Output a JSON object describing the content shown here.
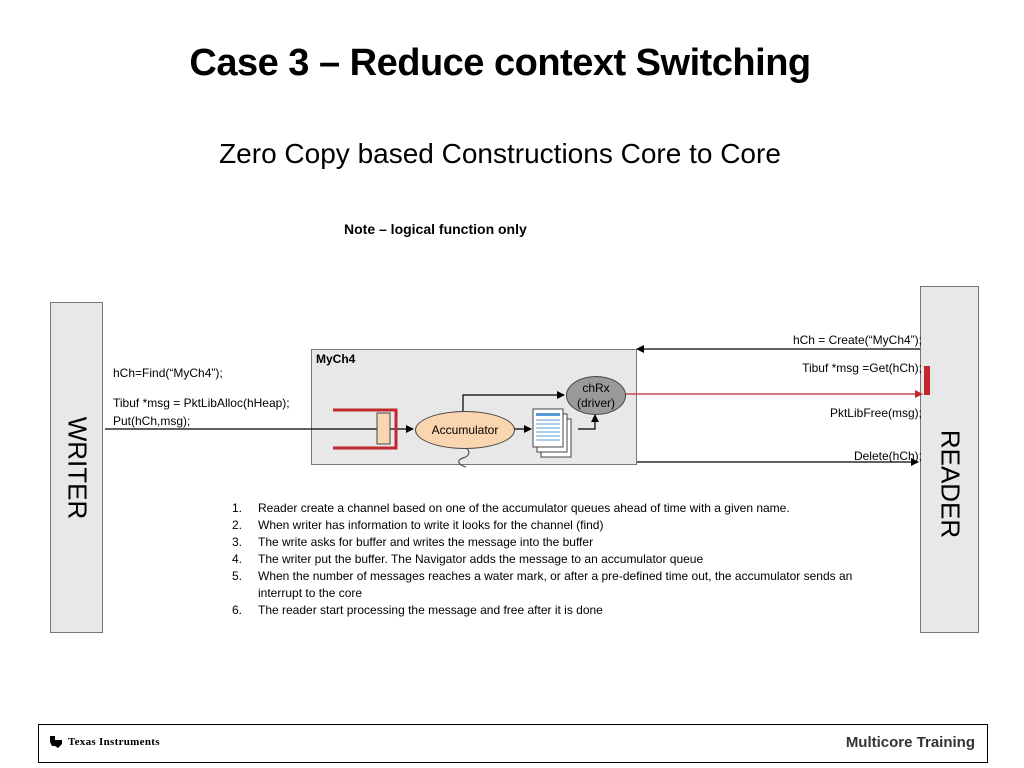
{
  "title": "Case 3 – Reduce context Switching",
  "subtitle": "Zero Copy based Constructions Core to Core",
  "note": "Note – logical function only",
  "writer_label": "WRITER",
  "reader_label": "READER",
  "writer_code": {
    "find": "hCh=Find(“MyCh4”);",
    "alloc": "Tibuf *msg = PktLibAlloc(hHeap);",
    "put": "Put(hCh,msg);"
  },
  "reader_code": {
    "create": "hCh = Create(“MyCh4”);",
    "get": "Tibuf *msg =Get(hCh);",
    "free": "PktLibFree(msg);",
    "delete": "Delete(hCh);"
  },
  "channel": {
    "name": "MyCh4",
    "accumulator": "Accumulator",
    "chrx_line1": "chRx",
    "chrx_line2": "(driver)"
  },
  "steps": [
    "Reader create a channel based on one of the accumulator queues ahead of time with a given name.",
    "When writer has information to write it looks for the channel (find)",
    "The write asks for buffer and writes the message into the buffer",
    "The writer put the buffer. The Navigator adds the message to an accumulator queue",
    "When the number of messages reaches a water mark, or after a pre-defined time out, the accumulator sends an interrupt to the core",
    "The reader start processing the message and free after it is done"
  ],
  "footer": {
    "logo_text": "Texas Instruments",
    "training": "Multicore Training"
  },
  "colors": {
    "panel": "#e8e8e8",
    "accumulator": "#f9d5b0",
    "chrx": "#9a9a9a",
    "highlight": "#c0282d"
  }
}
